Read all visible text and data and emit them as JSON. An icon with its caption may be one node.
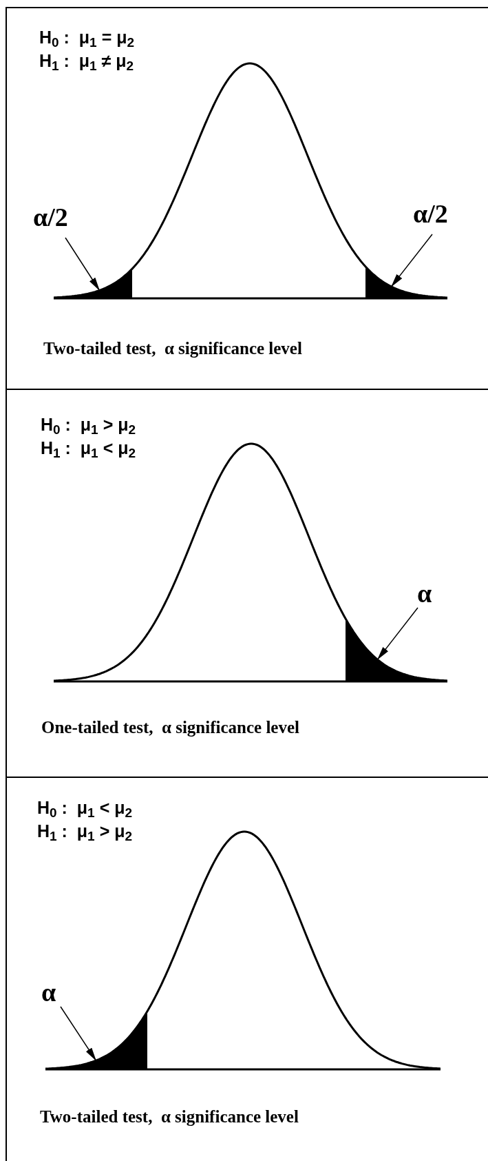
{
  "diagram": {
    "nodes": [
      {
        "text": [
          "H$_{0}$ :  μ$_{1}$ = μ$_{2}$",
          "H$_{1}$ :  μ$_{1}$ ≠ μ$_{2}$",
          "Two-tailed test,  α significance level"
        ]
      },
      {
        "text": [
          "α/2"
        ],
        "in": 0
      },
      {
        "text": [],
        "shape": "area",
        "in": 0
      },
      {
        "text": [
          "α/2"
        ],
        "in": 0
      },
      {
        "text": [],
        "shape": "area",
        "in": 0
      },
      {
        "text": [
          "H$_{0}$ :  μ$_{1}$ > μ$_{2}$",
          "H$_{1}$ :  μ$_{1}$ < μ$_{2}$",
          "One-tailed test,  α significance level"
        ]
      },
      {
        "text": [
          "α"
        ],
        "in": 5
      },
      {
        "text": [],
        "shape": "area",
        "in": 5
      },
      {
        "text": [
          "H$_{0}$ :  μ$_{1}$ < μ$_{2}$",
          "H$_{1}$ :  μ$_{1}$ > μ$_{2}$",
          "Two-tailed test,  α significance level"
        ]
      },
      {
        "text": [
          "α"
        ],
        "in": 8
      },
      {
        "text": [],
        "shape": "area",
        "in": 8
      }
    ],
    "edges": [
      {
        "from": 1,
        "to": 2,
        "arrow": "to"
      },
      {
        "from": 3,
        "to": 4,
        "arrow": "to"
      },
      {
        "from": 6,
        "to": 7,
        "arrow": "to"
      },
      {
        "from": 9,
        "to": 10,
        "arrow": "to"
      }
    ]
  }
}
